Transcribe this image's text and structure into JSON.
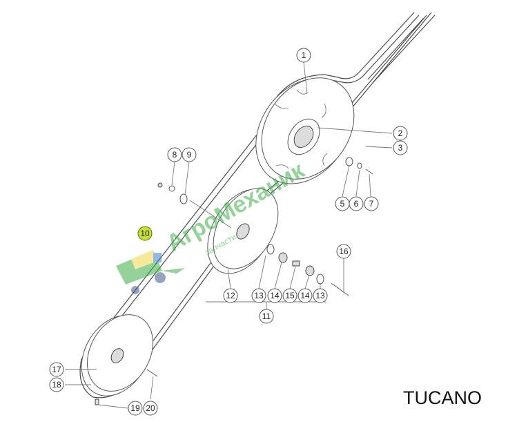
{
  "model_label": "TUCANO",
  "watermark": {
    "brand": "АгроМеханик",
    "tagline": "запчасти"
  },
  "callouts": [
    {
      "id": "1",
      "label": "1"
    },
    {
      "id": "2",
      "label": "2"
    },
    {
      "id": "3",
      "label": "3"
    },
    {
      "id": "5",
      "label": "5"
    },
    {
      "id": "6",
      "label": "6"
    },
    {
      "id": "7",
      "label": "7"
    },
    {
      "id": "8",
      "label": "8"
    },
    {
      "id": "9",
      "label": "9"
    },
    {
      "id": "10",
      "label": "10"
    },
    {
      "id": "11",
      "label": "11"
    },
    {
      "id": "12",
      "label": "12"
    },
    {
      "id": "13a",
      "label": "13"
    },
    {
      "id": "14a",
      "label": "14"
    },
    {
      "id": "15",
      "label": "15"
    },
    {
      "id": "14b",
      "label": "14"
    },
    {
      "id": "13b",
      "label": "13"
    },
    {
      "id": "16",
      "label": "16"
    },
    {
      "id": "17",
      "label": "17"
    },
    {
      "id": "18",
      "label": "18"
    },
    {
      "id": "19",
      "label": "19"
    },
    {
      "id": "20",
      "label": "20"
    }
  ],
  "colors": {
    "highlight": "#c8df3a",
    "watermark_green": "#3fae49",
    "watermark_orange": "#f08a2c"
  }
}
